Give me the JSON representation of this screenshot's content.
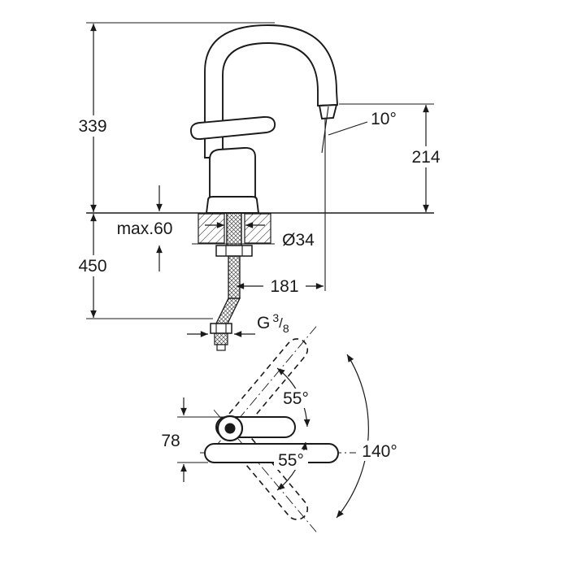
{
  "labels": {
    "spout_height": "339",
    "outlet_height": "214",
    "outlet_angle": "10°",
    "max_thickness": "max.60",
    "below_counter": "450",
    "hole_diameter": "Ø34",
    "projection": "181",
    "thread_prefix": "G",
    "thread_numerator": "3",
    "thread_slash": "/",
    "thread_denominator": "8",
    "swivel_upper": "55°",
    "body_width": "78",
    "swivel_lower": "55°",
    "swivel_total": "140°"
  }
}
